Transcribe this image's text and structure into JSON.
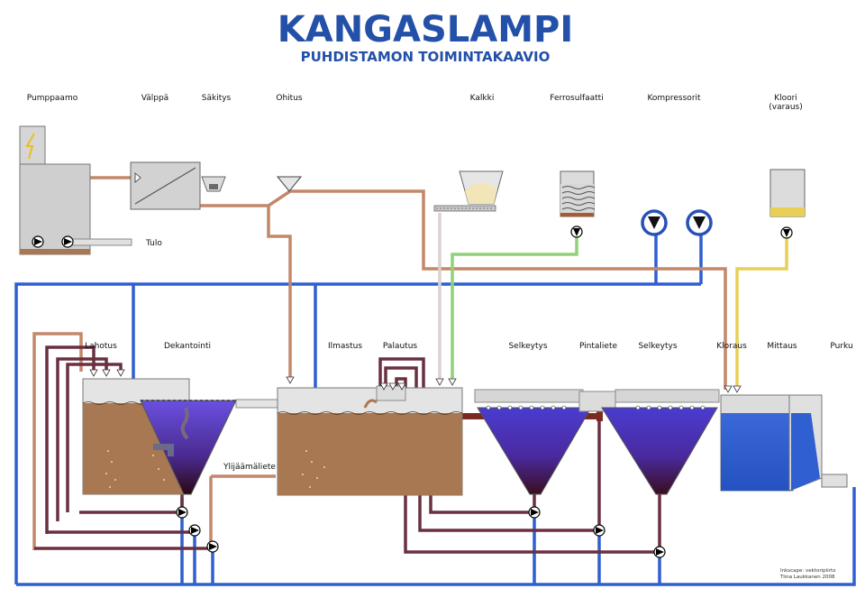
{
  "title": "KANGASLAMPI",
  "subtitle": "PUHDISTAMON TOIMINTAKAAVIO",
  "labels": {
    "pumppaamo": "Pumppaamo",
    "valppa": "Välppä",
    "sakitys": "Säkitys",
    "ohitus": "Ohitus",
    "kalkki": "Kalkki",
    "ferrosulfaatti": "Ferrosulfaatti",
    "kompressorit": "Kompressorit",
    "kloori_line1": "Kloori",
    "kloori_line2": "(varaus)",
    "tulo": "Tulo",
    "lahotus": "Lahotus",
    "dekantointi": "Dekantointi",
    "ilmastus": "Ilmastus",
    "palautus": "Palautus",
    "selkeytys1": "Selkeytys",
    "pintaliete": "Pintaliete",
    "selkeytys2": "Selkeytys",
    "kloraus": "Kloraus",
    "mittaus": "Mittaus",
    "purku": "Purku",
    "ylijaamaliete": "Ylijäämäliete"
  },
  "credit": {
    "line1": "Inkscape: vektoripiirto",
    "line2": "Tiina Laukkanen 2008"
  },
  "colors": {
    "sewage": "#c4876a",
    "water": "#2f5fd0",
    "sludge": "#6a3040",
    "ferro": "#8fd27a",
    "chlorine": "#e8cf55",
    "lime": "#d9d2cf",
    "tank_brown": "#a87852",
    "tank_gray": "#cfcfcf"
  }
}
